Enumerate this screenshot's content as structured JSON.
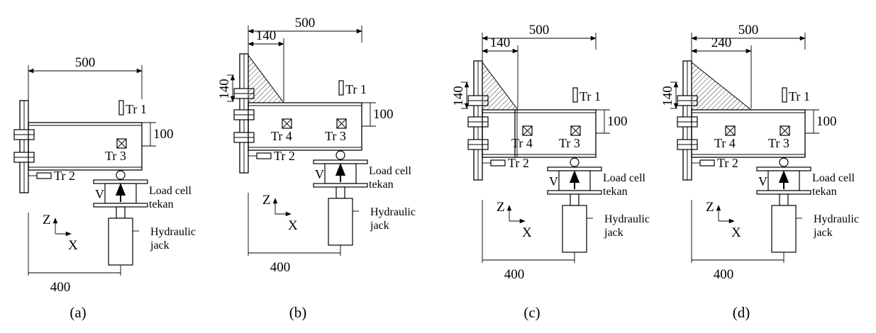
{
  "panels": [
    {
      "id": "a",
      "caption": "(a)",
      "dim_top": "500",
      "dim_bracket": "",
      "dim_bracket_h": "",
      "dim_depth": "100",
      "dim_bottom": "400",
      "tr1": "Tr 1",
      "tr2": "Tr 2",
      "tr3": "Tr 3",
      "tr4": "",
      "load_label": "V",
      "loadcell_line1": "Load cell",
      "loadcell_line2": "tekan",
      "jack_line1": "Hydraulic",
      "jack_line2": "jack",
      "axis_z": "Z",
      "axis_x": "X"
    },
    {
      "id": "b",
      "caption": "(b)",
      "dim_top": "500",
      "dim_bracket": "140",
      "dim_bracket_h": "140",
      "dim_depth": "100",
      "dim_bottom": "400",
      "tr1": "Tr 1",
      "tr2": "Tr 2",
      "tr3": "Tr 3",
      "tr4": "Tr 4",
      "load_label": "V",
      "loadcell_line1": "Load cell",
      "loadcell_line2": "tekan",
      "jack_line1": "Hydraulic",
      "jack_line2": "jack",
      "axis_z": "Z",
      "axis_x": "X"
    },
    {
      "id": "c",
      "caption": "(c)",
      "dim_top": "500",
      "dim_bracket": "140",
      "dim_bracket_h": "140",
      "dim_depth": "100",
      "dim_bottom": "400",
      "tr1": "Tr 1",
      "tr2": "Tr 2",
      "tr3": "Tr 3",
      "tr4": "Tr 4",
      "load_label": "V",
      "loadcell_line1": "Load cell",
      "loadcell_line2": "tekan",
      "jack_line1": "Hydraulic",
      "jack_line2": "jack",
      "axis_z": "Z",
      "axis_x": "X"
    },
    {
      "id": "d",
      "caption": "(d)",
      "dim_top": "500",
      "dim_bracket": "240",
      "dim_bracket_h": "140",
      "dim_depth": "100",
      "dim_bottom": "400",
      "tr1": "Tr 1",
      "tr2": "Tr 2",
      "tr3": "Tr 3",
      "tr4": "Tr 4",
      "load_label": "V",
      "loadcell_line1": "Load cell",
      "loadcell_line2": "tekan",
      "jack_line1": "Hydraulic",
      "jack_line2": "jack",
      "axis_z": "Z",
      "axis_x": "X"
    }
  ]
}
